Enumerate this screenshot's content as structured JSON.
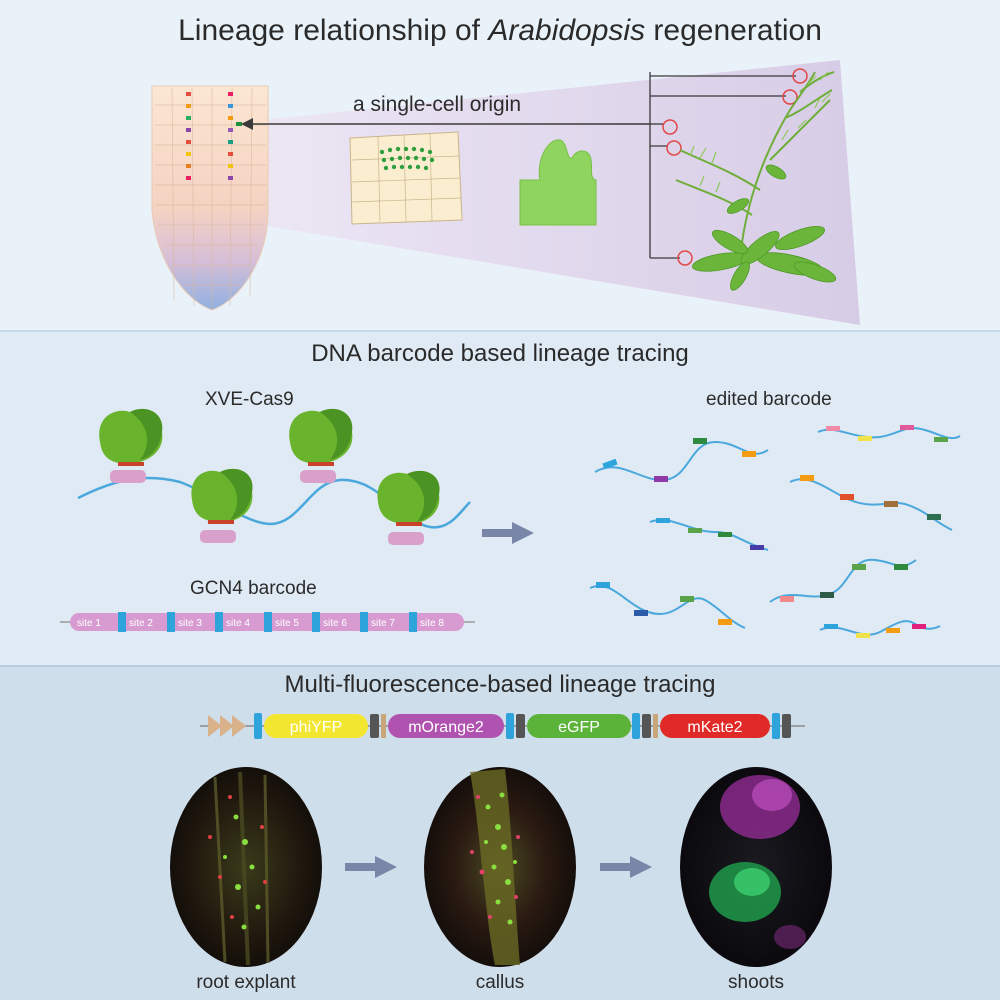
{
  "panel1": {
    "title_prefix": "Lineage relationship of ",
    "title_italic": "Arabidopsis",
    "title_suffix": " regeneration",
    "origin_label": "a single-cell origin"
  },
  "panel2": {
    "title": "DNA barcode based lineage tracing",
    "cas9_label": "XVE-Cas9",
    "edited_label": "edited barcode",
    "barcode_label": "GCN4 barcode",
    "sites": [
      "site 1",
      "site 2",
      "site 3",
      "site 4",
      "site 5",
      "site 6",
      "site 7",
      "site 8"
    ]
  },
  "panel3": {
    "title": "Multi-fluorescence-based lineage tracing",
    "proteins": [
      {
        "name": "phiYFP",
        "color": "#f2e630",
        "text_color": "#ffffff"
      },
      {
        "name": "mOrange2",
        "color": "#b052b0",
        "text_color": "#ffffff"
      },
      {
        "name": "eGFP",
        "color": "#5cb33a",
        "text_color": "#ffffff"
      },
      {
        "name": "mKate2",
        "color": "#e02a27",
        "text_color": "#ffffff"
      }
    ],
    "stages": [
      "root explant",
      "callus",
      "shoots"
    ]
  },
  "colors": {
    "dna": "#4aa8dc",
    "cas9": "#6ab42d",
    "cas9_dark": "#3f8a1c",
    "guide": "#c9432a",
    "pink_block": "#d9a0cc",
    "arrow": "#7a86a8",
    "barcode": "#d79bd1",
    "barcode_sep": "#2ea3dc"
  },
  "icons": [
    "root-tip-icon",
    "arrow-icon",
    "callus-icon",
    "shoot-icon",
    "plant-icon",
    "cas9-protein-icon",
    "dna-strand-icon"
  ]
}
